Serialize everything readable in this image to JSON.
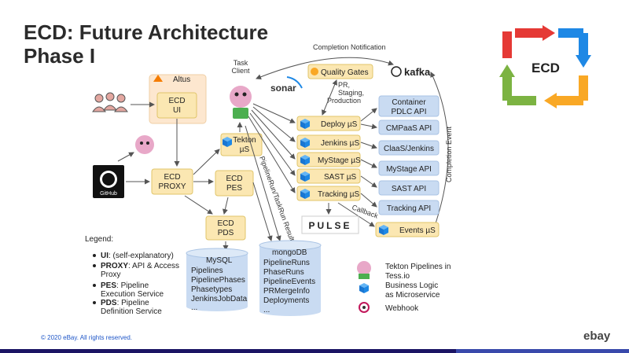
{
  "title_line1": "ECD: Future Architecture",
  "title_line2": "Phase I",
  "nodes": {
    "altus": "Altus",
    "ecd_ui": [
      "ECD",
      "UI"
    ],
    "ecd_proxy": [
      "ECD",
      "PROXY"
    ],
    "ecd_pes": [
      "ECD",
      "PES"
    ],
    "ecd_pds": [
      "ECD",
      "PDS"
    ],
    "tekton": [
      "Tekton",
      "µS"
    ],
    "task_client": [
      "Task",
      "Client"
    ],
    "github": "GitHub",
    "sonar": "sonar",
    "quality_gates": "Quality Gates",
    "quality_note": [
      "PR,",
      "Staging,",
      "Production"
    ],
    "kafka": "kafka",
    "pulse": "PULSE",
    "completion_notification": "Completion Notification",
    "completion_event": "Completion Event",
    "pipelinerun_label": "PipelineRun/TaskRun Results",
    "callback": "Callback",
    "services": [
      "Deploy µS",
      "Jenkins µS",
      "MyStage µS",
      "SAST µS",
      "Tracking µS"
    ],
    "apis": [
      [
        "Container",
        "PDLC API"
      ],
      [
        "CMPaaS API"
      ],
      [
        "ClaaS/Jenkins"
      ],
      [
        "MyStage API"
      ],
      [
        "SAST API"
      ],
      [
        "Tracking API"
      ]
    ],
    "events": "Events µS",
    "mysql": [
      "MySQL",
      "Pipelines",
      "PipelinePhases",
      "Phasetypes",
      "JenkinsJobData",
      "..."
    ],
    "mongodb": [
      "mongoDB",
      "PipelineRuns",
      "PhaseRuns",
      "PipelineEvents",
      "PRMergeInfo",
      "Deployments",
      "..."
    ],
    "ecd_logo": "ECD"
  },
  "legend": {
    "title": "Legend:",
    "items": [
      {
        "term": "UI",
        "desc": ": (self-explanatory)"
      },
      {
        "term": "PROXY",
        "desc": ": API & Access",
        "cont": "Proxy"
      },
      {
        "term": "PES",
        "desc": ": Pipeline",
        "cont": "Execution Service"
      },
      {
        "term": "PDS",
        "desc": ": Pipeline",
        "cont": "Definition Service"
      }
    ],
    "icons": [
      [
        "Tekton Pipelines in",
        "Tess.io"
      ],
      [
        "Business Logic",
        "as Microservice"
      ],
      [
        "Webhook"
      ]
    ]
  },
  "footer": {
    "copyright": "© 2020 eBay. All rights reserved.",
    "brand": "ebay"
  },
  "colors": {
    "footer_bar": "#1b1464",
    "box_yellow": "#fbe7b2",
    "box_blue": "#c9dbf2",
    "box_peach": "#fde7cf",
    "cube": "#1e88e5"
  }
}
